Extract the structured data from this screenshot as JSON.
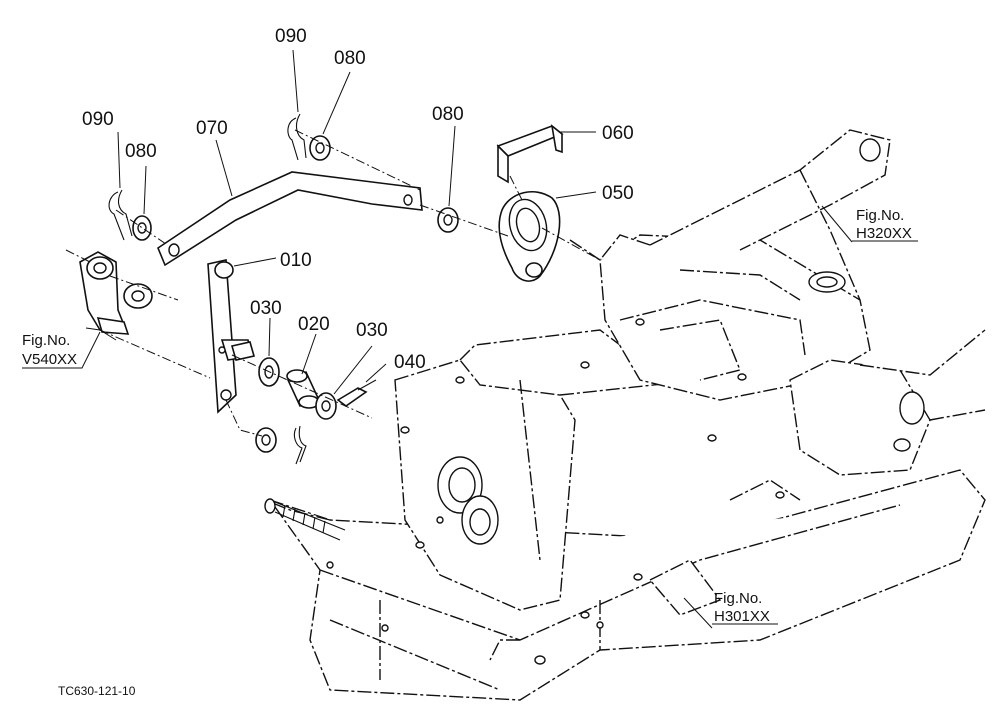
{
  "parts": {
    "p090a": "090",
    "p080a": "080",
    "p070": "070",
    "p090b": "090",
    "p080b": "080",
    "p080c": "080",
    "p060": "060",
    "p050": "050",
    "p010": "010",
    "p030a": "030",
    "p020": "020",
    "p030b": "030",
    "p040": "040"
  },
  "refs": {
    "v540_label": "Fig.No.",
    "v540_code": "V540XX",
    "h320_label": "Fig.No.",
    "h320_code": "H320XX",
    "h301_label": "Fig.No.",
    "h301_code": "H301XX"
  },
  "figure_code": "TC630-121-10"
}
